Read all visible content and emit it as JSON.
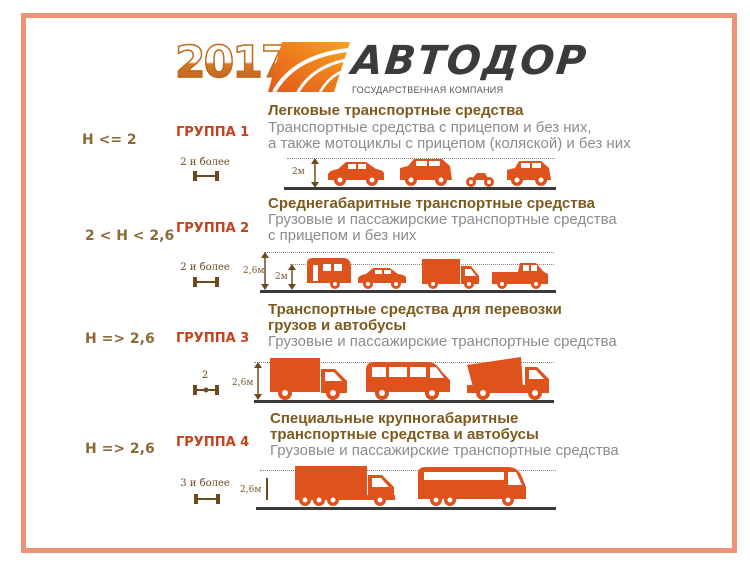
{
  "header": {
    "year": "2017",
    "brand": "АВТОДОР",
    "brand_subtitle": "ГОСУДАРСТВЕННАЯ КОМПАНИЯ"
  },
  "colors": {
    "frame": "#ec9378",
    "vehicle": "#e0521c",
    "group_label": "#c4421c",
    "title": "#7d5a1e",
    "description": "#8c8c8c",
    "height_condition": "#8a6b3a"
  },
  "groups": [
    {
      "height_condition": "H <= 2",
      "label": "ГРУППА 1",
      "title_lines": [
        "Легковые транспортные средства"
      ],
      "desc_lines": [
        "Транспортные средства с прицепом и без них,",
        "а также мотоциклы с прицепом (коляской) и без них"
      ],
      "axles": "2 и более",
      "dims": [
        "2м"
      ],
      "vehicles": [
        "sedan-icon",
        "suv-icon",
        "motorcycle-icon",
        "hatchback-icon"
      ]
    },
    {
      "height_condition": "2 < H < 2,6",
      "label": "ГРУППА 2",
      "title_lines": [
        "Среднегабаритные транспортные средства"
      ],
      "desc_lines": [
        "Грузовые и пассажирские транспортные средства",
        "с прицепом и без них"
      ],
      "axles": "2 и более",
      "dims": [
        "2,6м",
        "2м"
      ],
      "vehicles": [
        "caravan-trailer-icon",
        "sedan-icon",
        "van-truck-icon",
        "pickup-icon"
      ]
    },
    {
      "height_condition": "H => 2,6",
      "label": "ГРУППА 3",
      "title_lines": [
        "Транспортные средства для перевозки",
        "грузов и автобусы"
      ],
      "desc_lines": [
        "Грузовые и пассажирские транспортные средства"
      ],
      "axles": "2",
      "dims": [
        "2,6м"
      ],
      "vehicles": [
        "box-truck-icon",
        "minibus-icon",
        "dump-truck-icon"
      ]
    },
    {
      "height_condition": "H => 2,6",
      "label": "ГРУППА 4",
      "title_lines": [
        "Специальные крупногабаритные",
        "транспортные средства и автобусы"
      ],
      "desc_lines": [
        "Грузовые и пассажирские транспортные средства"
      ],
      "axles": "3 и более",
      "dims": [
        "2,6м"
      ],
      "vehicles": [
        "heavy-truck-icon",
        "coach-bus-icon"
      ]
    }
  ]
}
